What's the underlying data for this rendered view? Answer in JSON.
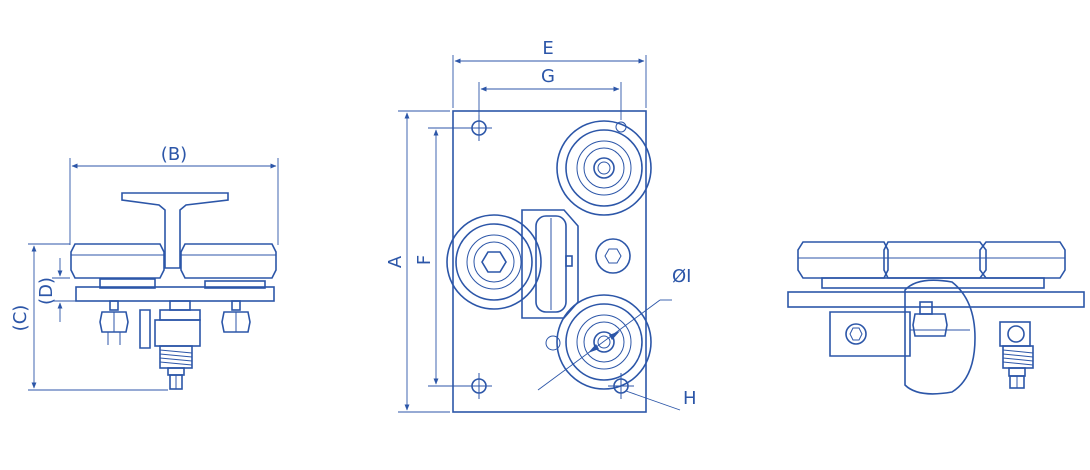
{
  "views": {
    "side_left": {
      "labels": {
        "b": "(B)",
        "c": "(C)",
        "d": "(D)"
      }
    },
    "front": {
      "labels": {
        "a": "A",
        "e": "E",
        "f": "F",
        "g": "G",
        "h": "H",
        "i": "ØI"
      }
    },
    "side_right": {}
  },
  "colors": {
    "line": "#2c56a8",
    "background": "#ffffff"
  }
}
